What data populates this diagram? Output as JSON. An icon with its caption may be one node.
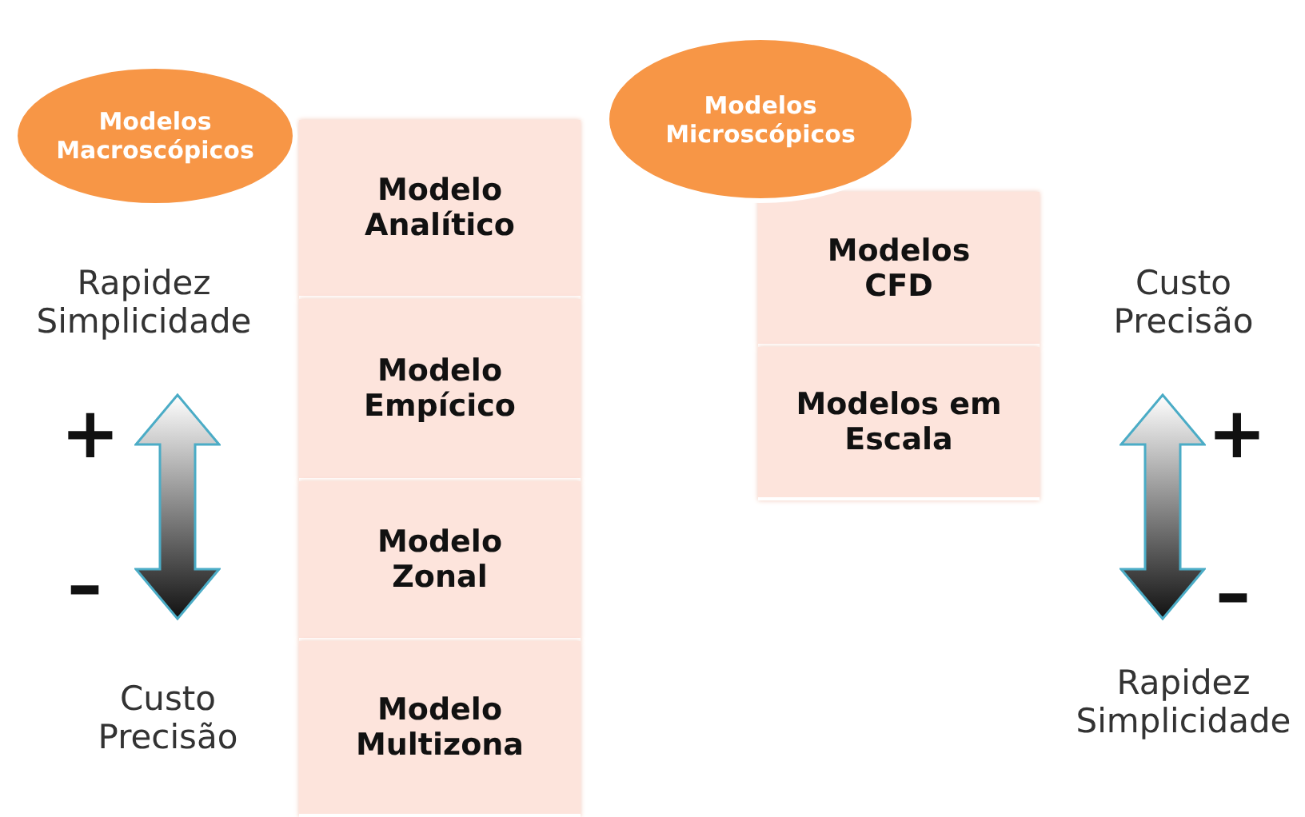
{
  "diagram": {
    "nodes": [
      {
        "text": [
          "Modelos Macroscópicos"
        ]
      },
      {
        "text": [
          "Modelo Analítico"
        ]
      },
      {
        "text": [
          "Modelo Empícico"
        ]
      },
      {
        "text": [
          "Modelo Zonal"
        ]
      },
      {
        "text": [
          "Modelo Multizona"
        ]
      },
      {
        "text": [
          "Modelos Microscópicos"
        ]
      },
      {
        "text": [
          "Modelos CFD"
        ]
      },
      {
        "text": [
          "Modelos em Escala"
        ]
      }
    ],
    "labels": [
      "Rapidez Simplicidade",
      "+",
      "–",
      "Custo Precisão",
      "Custo Precisão",
      "+",
      "–",
      "Rapidez Simplicidade"
    ]
  }
}
